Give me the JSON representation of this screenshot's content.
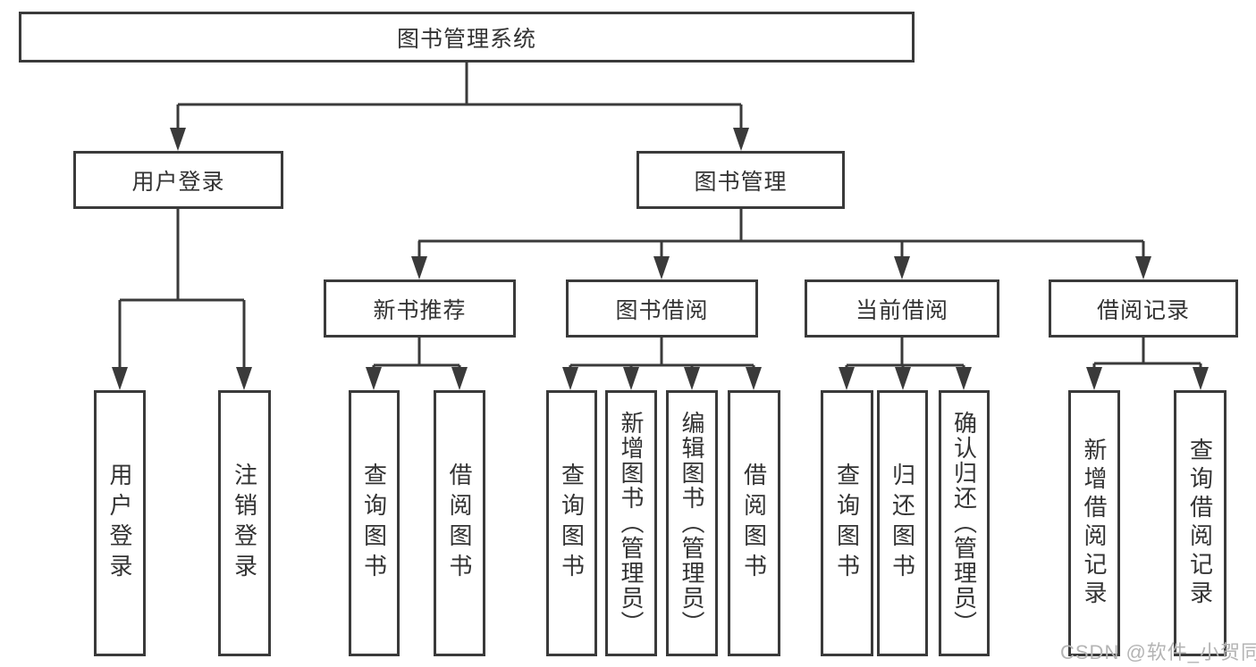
{
  "tree": {
    "label": "图书管理系统",
    "children": [
      {
        "label": "用户登录",
        "children": [
          {
            "label": "用户登录"
          },
          {
            "label": "注销登录"
          }
        ]
      },
      {
        "label": "图书管理",
        "children": [
          {
            "label": "新书推荐",
            "children": [
              {
                "label": "查询图书"
              },
              {
                "label": "借阅图书"
              }
            ]
          },
          {
            "label": "图书借阅",
            "children": [
              {
                "label": "查询图书"
              },
              {
                "label": "新增图书（管理员）"
              },
              {
                "label": "编辑图书（管理员）"
              },
              {
                "label": "借阅图书"
              }
            ]
          },
          {
            "label": "当前借阅",
            "children": [
              {
                "label": "查询图书"
              },
              {
                "label": "归还图书"
              },
              {
                "label": "确认归还（管理员）"
              }
            ]
          },
          {
            "label": "借阅记录",
            "children": [
              {
                "label": "新增借阅记录"
              },
              {
                "label": "查询借阅记录"
              }
            ]
          }
        ]
      }
    ]
  },
  "watermark": {
    "text": "CSDN @软件_小贺同学"
  },
  "colors": {
    "line": "#3a3a3a",
    "text": "#333333",
    "background": "#ffffff",
    "watermark": "#b4b4b4"
  }
}
